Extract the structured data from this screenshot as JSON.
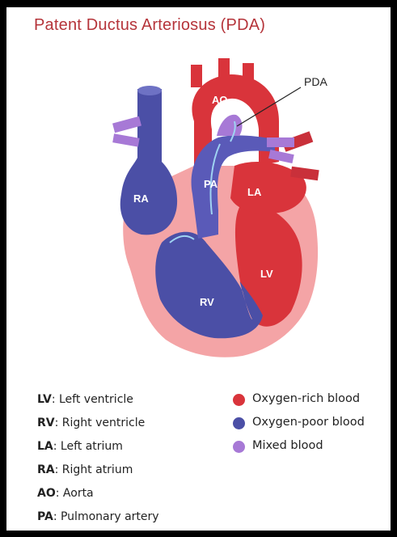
{
  "title": "Patent Ductus Arteriosus (PDA)",
  "labels": {
    "ao": "AO",
    "pa": "PA",
    "ra": "RA",
    "la": "LA",
    "lv": "LV",
    "rv": "RV",
    "pda": "PDA"
  },
  "abbreviations": [
    {
      "abbr": "LV",
      "text": ": Left ventricle"
    },
    {
      "abbr": "RV",
      "text": ": Right ventricle"
    },
    {
      "abbr": "LA",
      "text": ": Left atrium"
    },
    {
      "abbr": "RA",
      "text": ": Right atrium"
    },
    {
      "abbr": "AO",
      "text": ": Aorta"
    },
    {
      "abbr": "PA",
      "text": ": Pulmonary artery"
    }
  ],
  "key": [
    {
      "label": "Oxygen-rich blood",
      "color": "#d9343b"
    },
    {
      "label": "Oxygen-poor blood",
      "color": "#4b4fa6"
    },
    {
      "label": "Mixed blood",
      "color": "#a779d6"
    }
  ],
  "colors": {
    "title": "#b5343a",
    "oxygen_rich": "#d9343b",
    "oxygen_poor": "#4b4fa6",
    "mixed": "#a779d6",
    "wall": "#f2a0a2"
  }
}
